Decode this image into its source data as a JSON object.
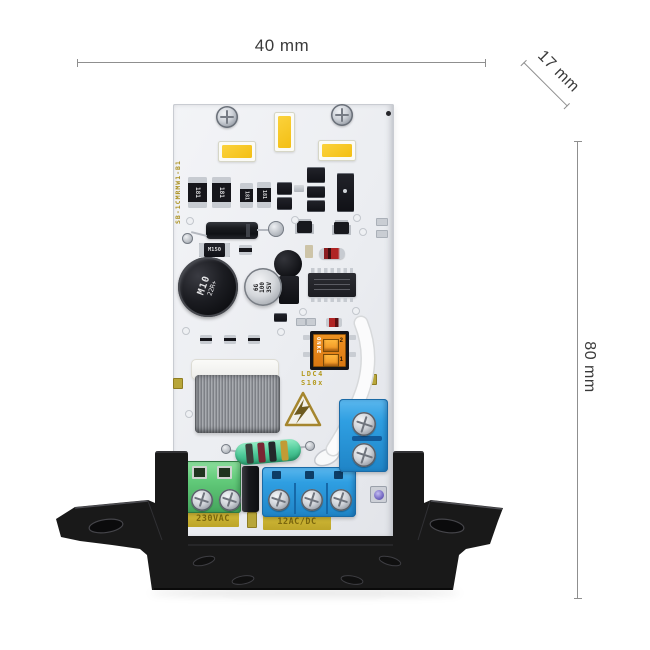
{
  "annotations": {
    "width": "40 mm",
    "depth": "17 mm",
    "height": "80 mm"
  },
  "board": {
    "side_silkscreen": "SB-1CMRMW1-B1",
    "smd_resistor_code": "181",
    "smd_diode_code": "M150",
    "electrolytic_cap": {
      "line1": "M10",
      "line2": "22R+"
    },
    "filter_cap": {
      "line1": "6G",
      "line2": "100",
      "line3": "35V"
    },
    "dip_switch": {
      "on": "ON",
      "brand": "KE",
      "pos2": "2",
      "pos1": "1"
    },
    "mid_silkscreen": {
      "line1": "LDC4",
      "line2": "S10x"
    },
    "input_label": "230VAC",
    "output_label": "12AC/DC"
  },
  "colors": {
    "pcb": "#eef0f3",
    "led_yellow": "#f7c62b",
    "terminal_blue": "#2f9fe2",
    "terminal_green": "#63cc7b",
    "resistor_green": "#4cc897",
    "dip_orange": "#e8821a",
    "bracket_black": "#191919",
    "silkscreen_gold": "#b49a2a",
    "dimension_line": "#8f8f8f"
  }
}
